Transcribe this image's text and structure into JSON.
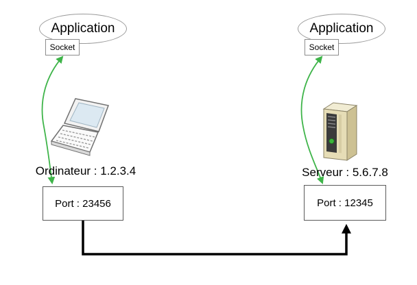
{
  "diagram": {
    "left": {
      "application": "Application",
      "socket": "Socket",
      "host": "Ordinateur : 1.2.3.4",
      "port": "Port : 23456",
      "icon": "laptop-icon"
    },
    "right": {
      "application": "Application",
      "socket": "Socket",
      "host": "Serveur : 5.6.7.8",
      "port": "Port : 12345",
      "icon": "server-icon"
    },
    "colors": {
      "socket_arrow": "#3eb449",
      "connection": "#000000",
      "led_green": "#3bb53b"
    }
  }
}
